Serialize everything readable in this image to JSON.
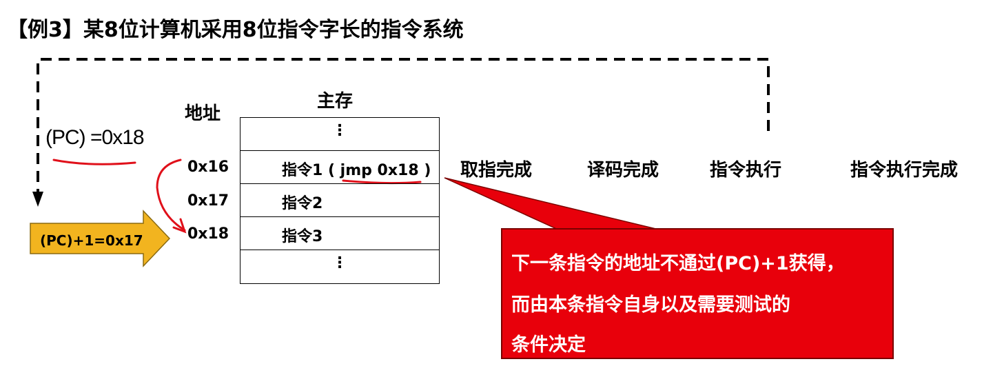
{
  "title": "【例3】某8位计算机采用8位指令字长的指令系统",
  "labels": {
    "address_header": "地址",
    "memory_header": "主存"
  },
  "pc_value": "(PC) =0x18",
  "pc_increment": "(PC)+1=0x17",
  "addresses": [
    "0x16",
    "0x17",
    "0x18"
  ],
  "memory_cells": [
    "⋮",
    "指令1 ( jmp 0x18 )",
    "指令2",
    "指令3",
    "⋮"
  ],
  "stages": [
    "取指完成",
    "译码完成",
    "指令执行",
    "指令执行完成"
  ],
  "callout_lines": [
    "下一条指令的地址不通过(PC)+1获得，",
    "而由本条指令自身以及需要测试的",
    "条件决定"
  ],
  "colors": {
    "callout_fill": "#e8000b",
    "arrow_fill": "#f2b41f",
    "annotation_red": "#e0101a"
  }
}
